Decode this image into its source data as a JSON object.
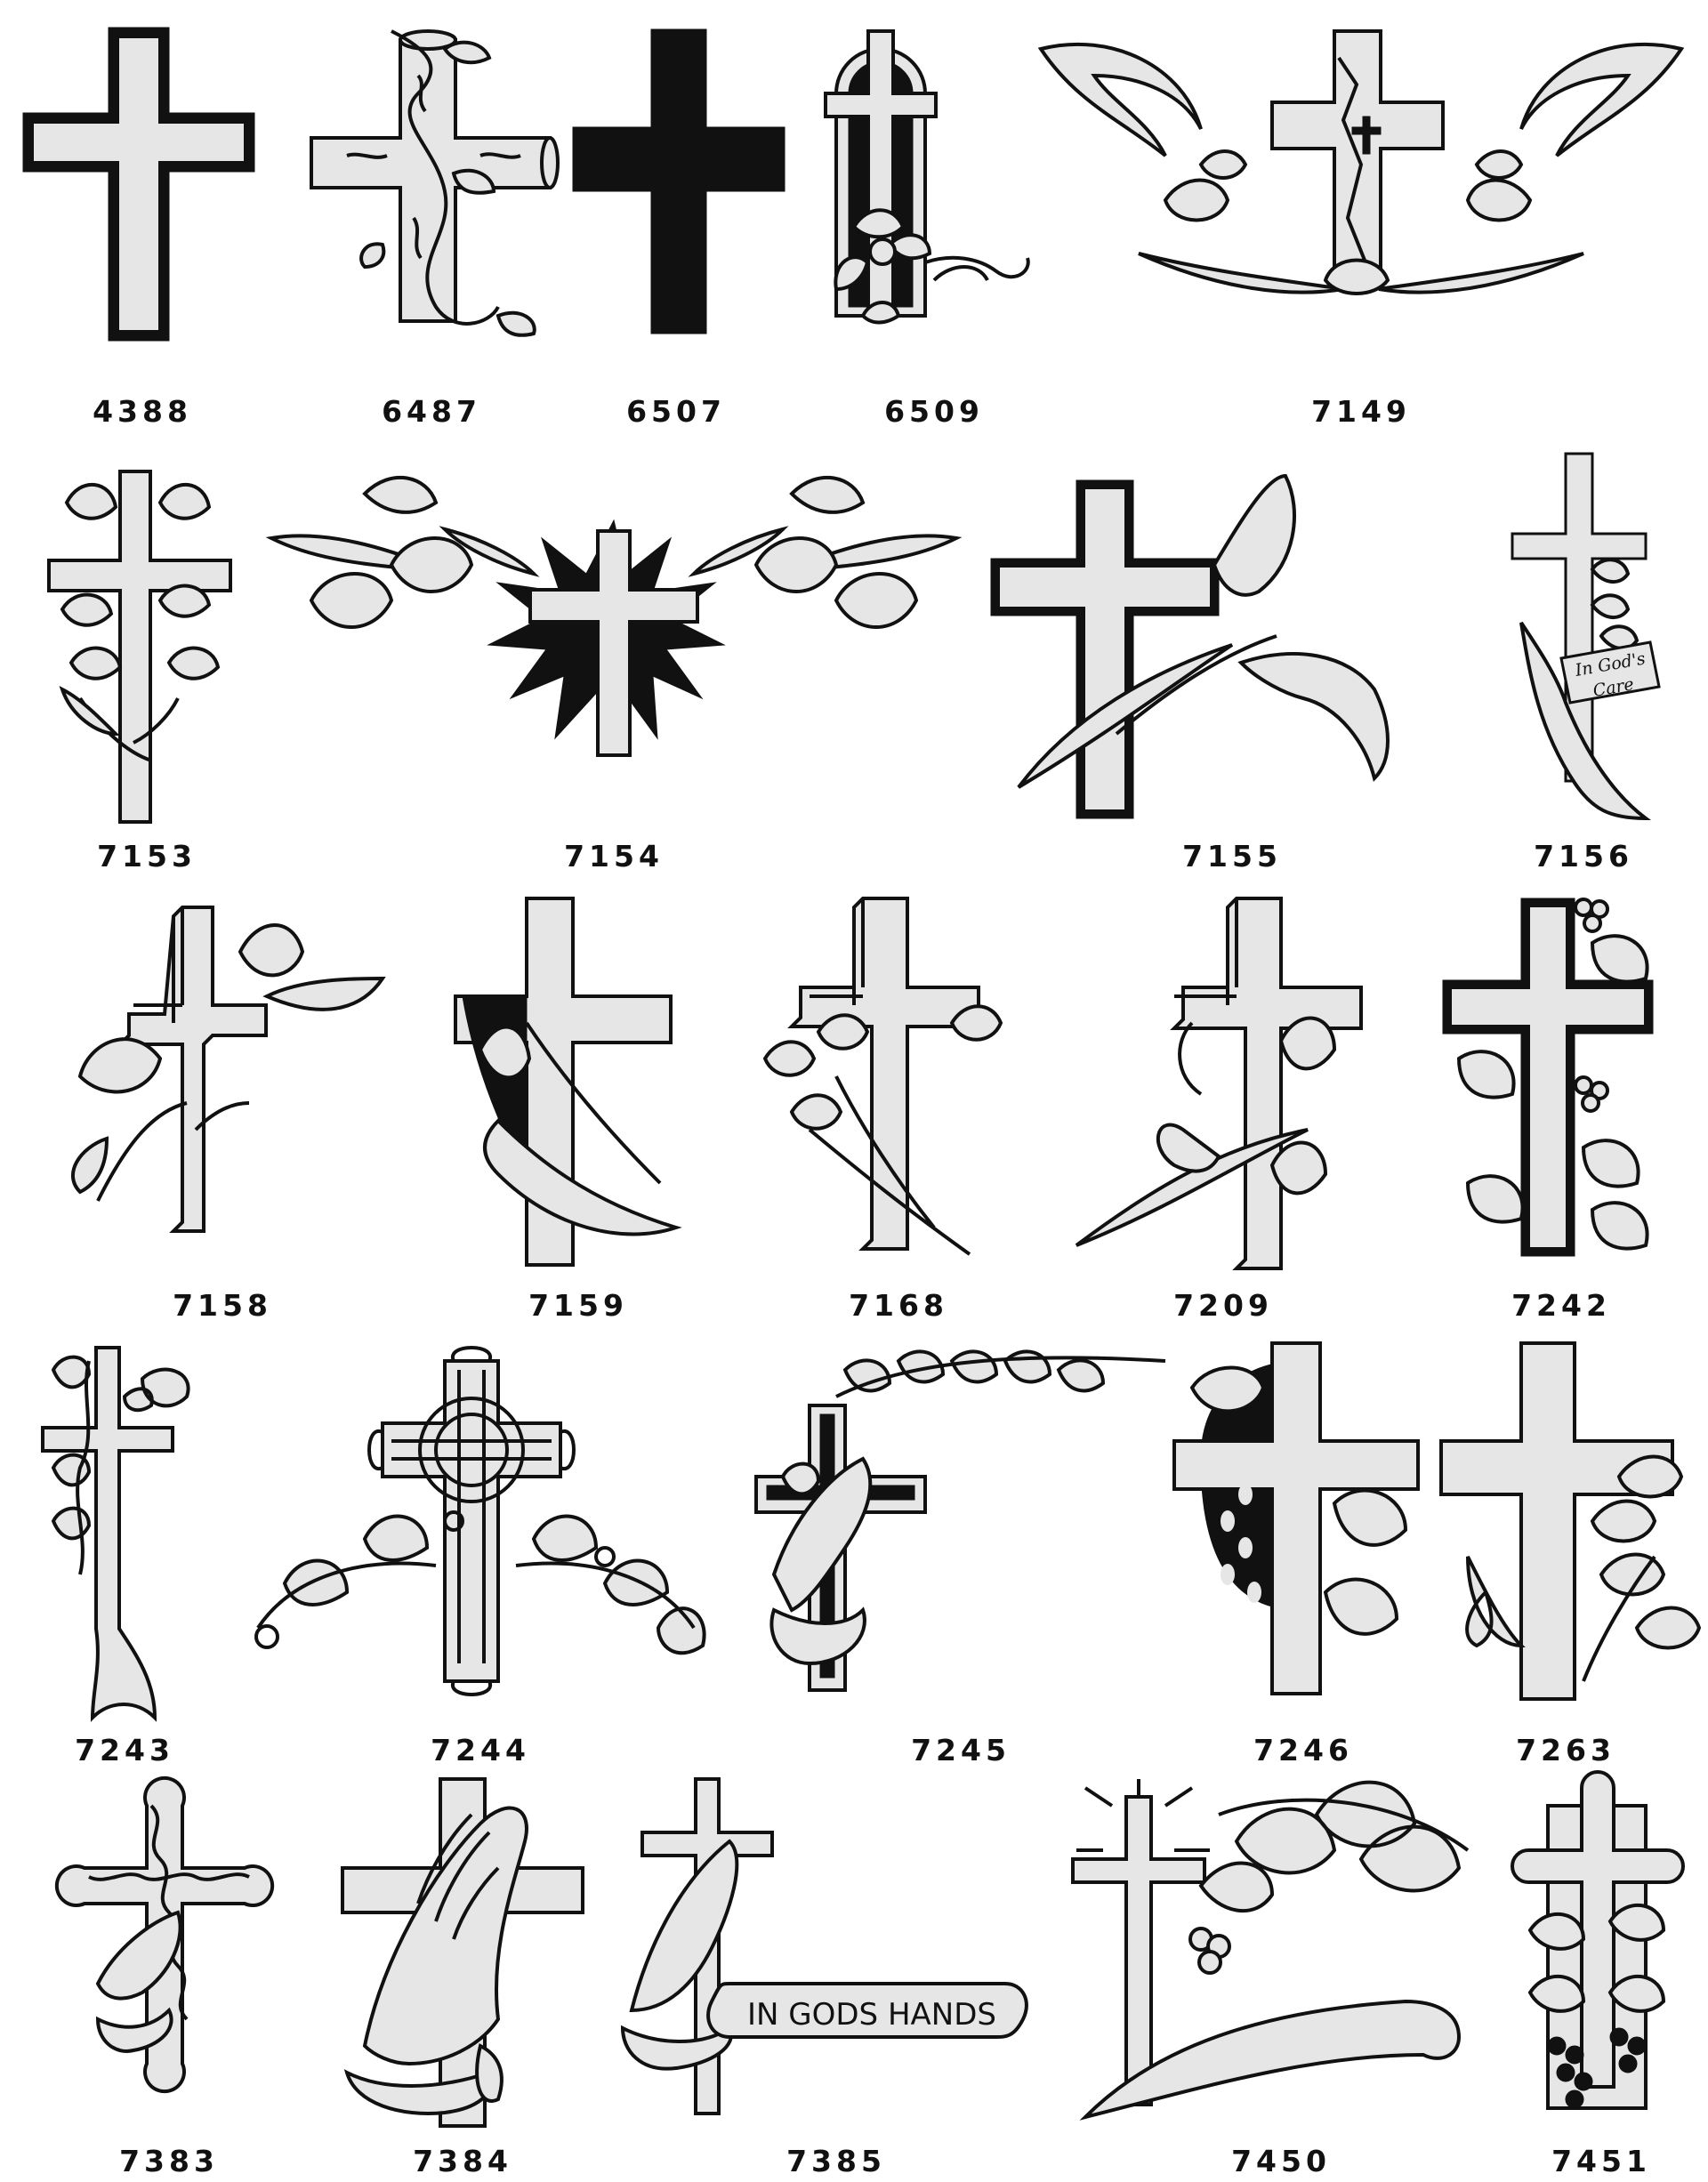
{
  "colors": {
    "ink": "#111111",
    "fill": "#e6e6e6",
    "background": "#ffffff"
  },
  "items": [
    {
      "code": "4388",
      "kind": "plain-cross"
    },
    {
      "code": "6487",
      "kind": "log-cross-with-vine"
    },
    {
      "code": "6507",
      "kind": "wood-grain-cross"
    },
    {
      "code": "6509",
      "kind": "arched-cross-with-flowers"
    },
    {
      "code": "7149",
      "kind": "cross-with-lily-wreath"
    },
    {
      "code": "7153",
      "kind": "cross-with-lilies"
    },
    {
      "code": "7154",
      "kind": "sunburst-cross-with-lilies"
    },
    {
      "code": "7155",
      "kind": "cross-with-calla-lily"
    },
    {
      "code": "7156",
      "kind": "cross-with-book",
      "book_text_line1": "In God's",
      "book_text_line2": "Care"
    },
    {
      "code": "7158",
      "kind": "3d-cross-with-lilies"
    },
    {
      "code": "7159",
      "kind": "cross-with-calla-lily-drape"
    },
    {
      "code": "7168",
      "kind": "3d-cross-with-flower-bouquet"
    },
    {
      "code": "7209",
      "kind": "3d-cross-with-lily-spray"
    },
    {
      "code": "7242",
      "kind": "cross-with-grapevine"
    },
    {
      "code": "7243",
      "kind": "cross-with-ivy"
    },
    {
      "code": "7244",
      "kind": "celtic-cross-with-ivy"
    },
    {
      "code": "7245",
      "kind": "cross-with-praying-hands-and-ivy"
    },
    {
      "code": "7246",
      "kind": "cross-with-half-circle-and-leaves"
    },
    {
      "code": "7263",
      "kind": "cross-with-iris"
    },
    {
      "code": "7383",
      "kind": "budded-cross-with-praying-hands"
    },
    {
      "code": "7384",
      "kind": "cross-with-large-praying-hands"
    },
    {
      "code": "7385",
      "kind": "cross-with-praying-hands-banner",
      "banner_text": "IN GODS HANDS"
    },
    {
      "code": "7450",
      "kind": "cross-with-grape-leaves-and-scroll"
    },
    {
      "code": "7451",
      "kind": "outlined-cross-with-grapevine"
    }
  ]
}
